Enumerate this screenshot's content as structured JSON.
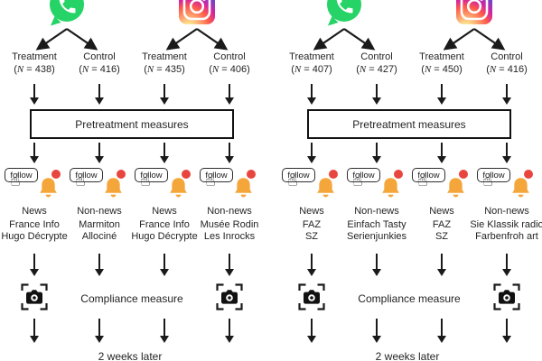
{
  "labels": {
    "pretreatment": "Pretreatment measures",
    "compliance": "Compliance measure",
    "later": "2 weeks later",
    "follow": "follow"
  },
  "icons": {
    "whatsapp": "whatsapp-icon",
    "instagram": "instagram-icon",
    "bell": "bell-notification-icon",
    "hand_cursor": "hand-cursor-icon",
    "hand_glyph": "☝",
    "camera": "camera-screenshot-icon"
  },
  "colors": {
    "whatsapp_green": "#25D366",
    "bell_yellow": "#F5A63B",
    "notification_red": "#E8453E",
    "ink": "#1A1A1A"
  },
  "panels": [
    {
      "name": "left",
      "platforms": [
        "WhatsApp",
        "Instagram"
      ],
      "groups": [
        {
          "condition": "Treatment",
          "n_prefix": "(",
          "n_symbol": "N",
          "n_rest": " = 438)",
          "type": "News",
          "outlets": [
            "France Info",
            "Hugo Décrypte"
          ]
        },
        {
          "condition": "Control",
          "n_prefix": "(",
          "n_symbol": "N",
          "n_rest": " = 416)",
          "type": "Non-news",
          "outlets": [
            "Marmiton",
            "Allociné"
          ]
        },
        {
          "condition": "Treatment",
          "n_prefix": "(",
          "n_symbol": "N",
          "n_rest": " = 435)",
          "type": "News",
          "outlets": [
            "France Info",
            "Hugo Décrypte"
          ]
        },
        {
          "condition": "Control",
          "n_prefix": "(",
          "n_symbol": "N",
          "n_rest": " = 406)",
          "type": "Non-news",
          "outlets": [
            "Musée Rodin",
            "Les Inrocks"
          ]
        }
      ]
    },
    {
      "name": "right",
      "platforms": [
        "WhatsApp",
        "Instagram"
      ],
      "groups": [
        {
          "condition": "Treatment",
          "n_prefix": "(",
          "n_symbol": "N",
          "n_rest": " = 407)",
          "type": "News",
          "outlets": [
            "FAZ",
            "SZ"
          ]
        },
        {
          "condition": "Control",
          "n_prefix": "(",
          "n_symbol": "N",
          "n_rest": " = 427)",
          "type": "Non-news",
          "outlets": [
            "Einfach Tasty",
            "Serienjunkies"
          ]
        },
        {
          "condition": "Treatment",
          "n_prefix": "(",
          "n_symbol": "N",
          "n_rest": " = 450)",
          "type": "News",
          "outlets": [
            "FAZ",
            "SZ"
          ]
        },
        {
          "condition": "Control",
          "n_prefix": "(",
          "n_symbol": "N",
          "n_rest": " = 416)",
          "type": "Non-news",
          "outlets": [
            "Sie Klassik radio",
            "Farbenfroh art"
          ]
        }
      ]
    }
  ]
}
